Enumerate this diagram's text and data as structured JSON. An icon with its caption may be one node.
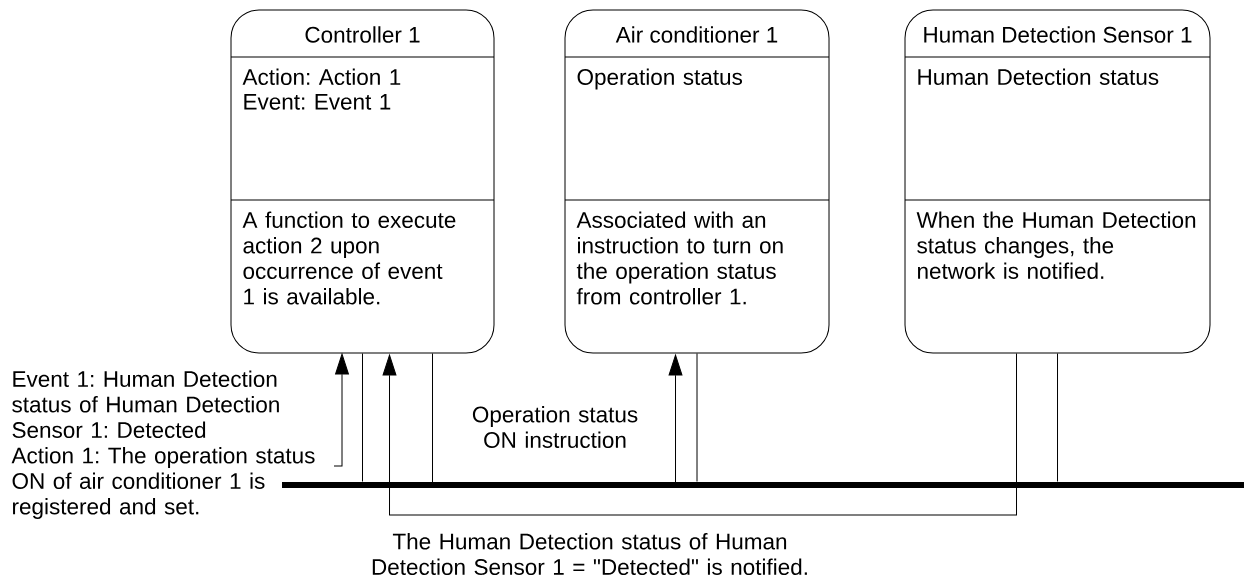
{
  "diagram": {
    "nodes": [
      {
        "text": [
          "Controller 1",
          "Action: Action 1",
          "Event: Event 1",
          "A function to execute action 2 upon occurrence of event 1 is available."
        ]
      },
      {
        "text": [
          "Air conditioner 1",
          "Operation status",
          "Associated with an instruction to turn on the operation status from controller 1."
        ]
      },
      {
        "text": [
          "Human Detection Sensor 1",
          "Human Detection status",
          "When the Human Detection status changes, the network is notified."
        ]
      },
      {
        "text": [
          "Event 1: Human Detection status of Human Detection Sensor 1: Detected",
          "Action 1: The operation status ON of air conditioner 1 is registered and set."
        ]
      },
      {
        "text": [],
        "shape": "bar"
      }
    ],
    "edges": [
      {
        "from": 3,
        "to": 0,
        "arrow": "to"
      },
      {
        "from": 0,
        "to": 1,
        "arrow": "to",
        "label": "Operation status ON instruction"
      },
      {
        "from": 2,
        "to": 0,
        "arrow": "to",
        "label": "The Human Detection status of Human Detection Sensor 1 = \"Detected\" is notified."
      },
      {
        "from": 0,
        "to": 4,
        "arrow": "none"
      },
      {
        "from": 1,
        "to": 4,
        "arrow": "none"
      },
      {
        "from": 2,
        "to": 4,
        "arrow": "none"
      }
    ]
  }
}
